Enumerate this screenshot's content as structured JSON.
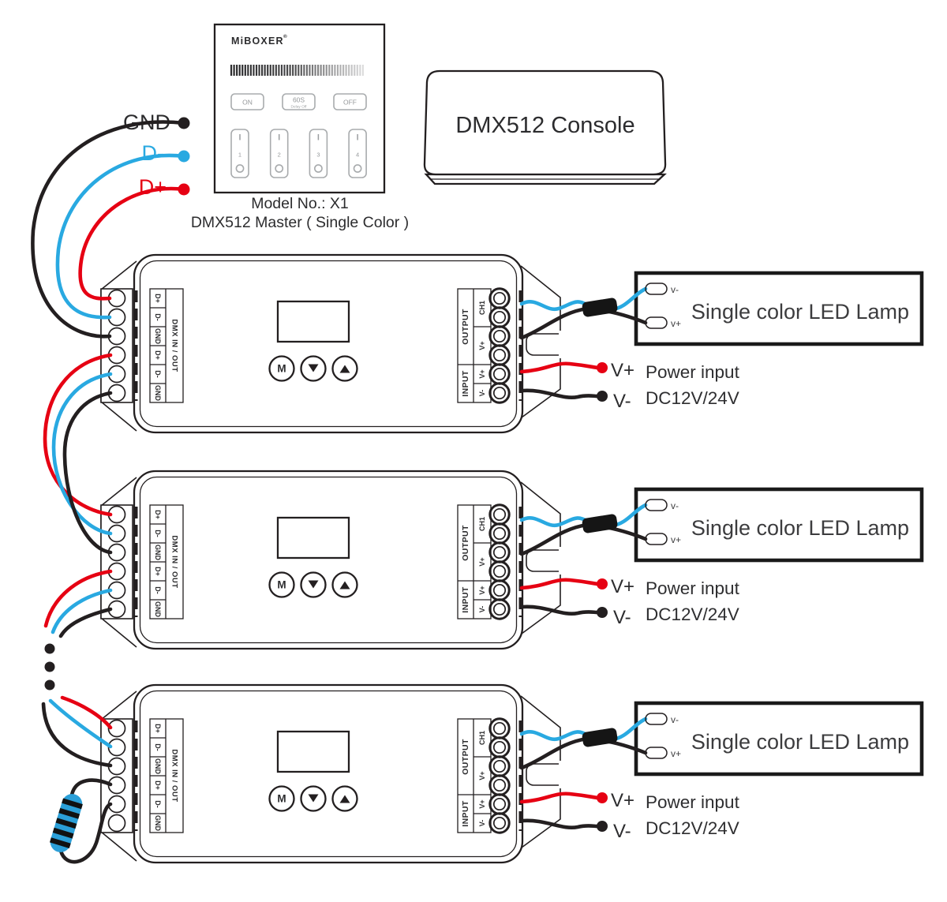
{
  "panel": {
    "brand": "MiBOXER",
    "registered": "®",
    "on_button": "ON",
    "timer_button": "60S",
    "timer_button_sub": "Delay Off",
    "off_button": "OFF",
    "zones": [
      "1",
      "2",
      "3",
      "4"
    ],
    "model_line": "Model No.: X1",
    "type_line": "DMX512 Master ( Single Color )"
  },
  "console": {
    "label": "DMX512 Console"
  },
  "bus": {
    "gnd": "GND",
    "d_minus": "D-",
    "d_plus": "D+"
  },
  "controller": {
    "dmx_terminals": [
      "D+",
      "D-",
      "GND",
      "D+",
      "D-",
      "GND"
    ],
    "dmx_group": "DMX IN / OUT",
    "output_group": "OUTPUT",
    "input_group": "INPUT",
    "ch1": "CH1",
    "out_vplus": "V+",
    "in_vplus": "V+",
    "in_vminus": "V-",
    "mode_button": "M"
  },
  "lamp": {
    "title": "Single color LED Lamp",
    "v_minus": "v-",
    "v_plus": "v+"
  },
  "power": {
    "v_plus": "V+",
    "v_minus": "V-",
    "line1": "Power input",
    "line2": "DC12V/24V"
  },
  "colors": {
    "red": "#e60013",
    "blue": "#29a9e1",
    "black": "#231f20",
    "resistor": "#2b9fd8"
  }
}
